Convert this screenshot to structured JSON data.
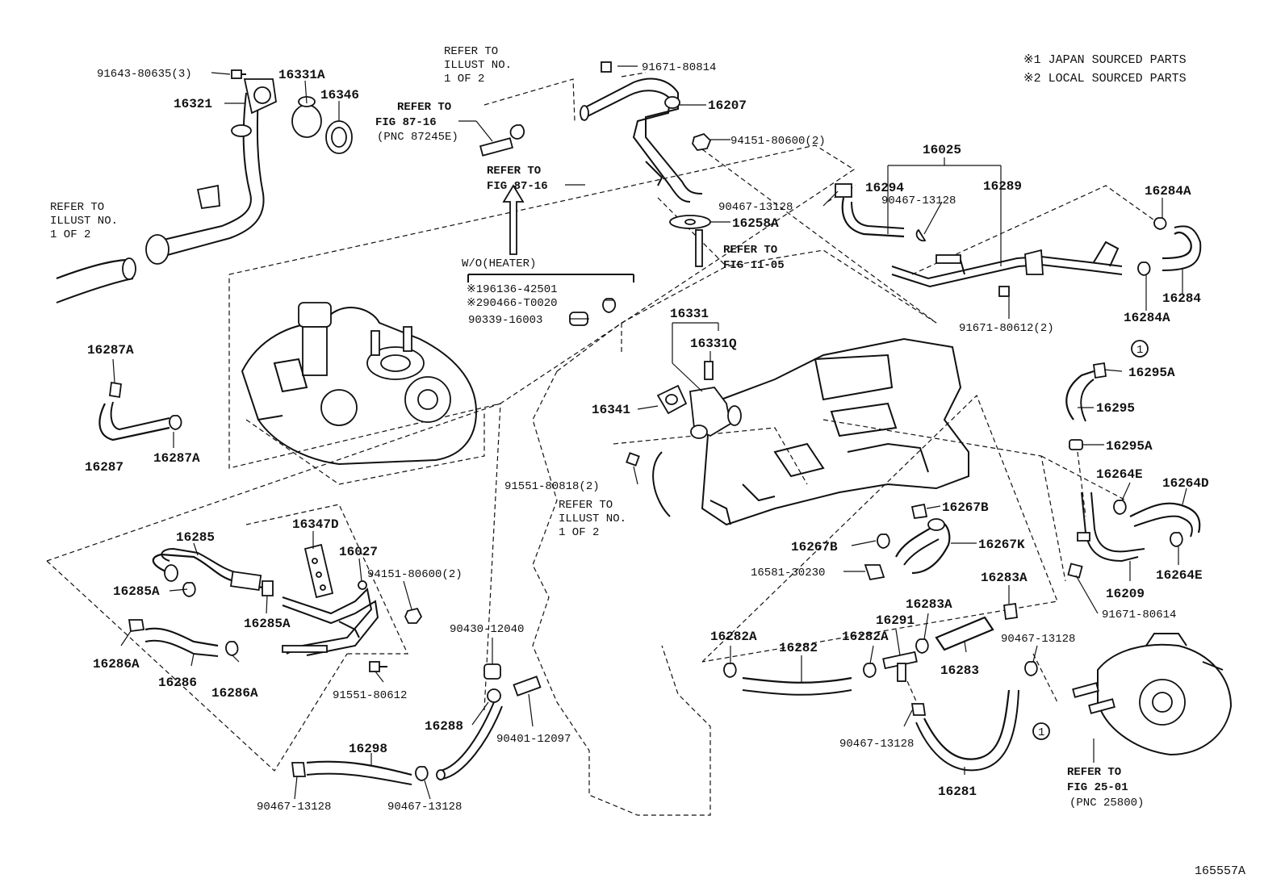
{
  "notes": {
    "japan": "※1 JAPAN SOURCED PARTS",
    "local": "※2 LOCAL SOURCED PARTS"
  },
  "figure_id": "165557A",
  "refs": {
    "illust_top": [
      "REFER TO",
      "ILLUST NO.",
      "1 OF 2"
    ],
    "fig87_upper": [
      "REFER TO",
      "FIG 87-16",
      "(PNC 87245E)"
    ],
    "fig87_lower": [
      "REFER TO",
      "FIG 87-16"
    ],
    "illust_left": [
      "REFER TO",
      "ILLUST NO.",
      "1 OF 2"
    ],
    "fig11": [
      "REFER TO",
      "FIG 11-05"
    ],
    "illust_mid": [
      "REFER TO",
      "ILLUST NO.",
      "1 OF 2"
    ],
    "fig25": [
      "REFER TO",
      "FIG 25-01",
      "(PNC 25800)"
    ]
  },
  "wo_heater": {
    "title": "W/O(HEATER)",
    "line1": "※196136-42501",
    "line2": "※290466-T0020"
  },
  "circle_marker": "1",
  "labels": {
    "p91643": "91643-80635(3)",
    "p16331A": "16331A",
    "p16346": "16346",
    "p16321": "16321",
    "p91671_80814": "91671-80814",
    "p16207": "16207",
    "p94151_top": "94151-80600(2)",
    "p16025": "16025",
    "p90467_a": "90467-13128",
    "p16294": "16294",
    "p90467_b": "90467-13128",
    "p16289": "16289",
    "p16284A_top": "16284A",
    "p16258A": "16258A",
    "p16284": "16284",
    "p16284A_bot": "16284A",
    "p91671_80612": "91671-80612(2)",
    "p90339": "90339-16003",
    "p16331": "16331",
    "p16331Q": "16331Q",
    "p16287A_top": "16287A",
    "p16341": "16341",
    "p16295A_top": "16295A",
    "p16295": "16295",
    "p16287": "16287",
    "p16287A_bot": "16287A",
    "p16295A_bot": "16295A",
    "p91551_80818": "91551-80818(2)",
    "p16264E_top": "16264E",
    "p16264D": "16264D",
    "p16267B_top": "16267B",
    "p16347D": "16347D",
    "p16285": "16285",
    "p16027": "16027",
    "p16267B_mid": "16267B",
    "p16267K": "16267K",
    "p94151_mid": "94151-80600(2)",
    "p16581": "16581-30230",
    "p16264E_bot": "16264E",
    "p16285A_left": "16285A",
    "p16283A_top": "16283A",
    "p16209": "16209",
    "p16285A_bot": "16285A",
    "p16283A_mid": "16283A",
    "p91671_80614": "91671-80614",
    "p16291": "16291",
    "p16282A_left": "16282A",
    "p16282": "16282",
    "p16282A_right": "16282A",
    "p90430": "90430-12040",
    "p90467_c": "90467-13128",
    "p16286A_left": "16286A",
    "p16283": "16283",
    "p16286": "16286",
    "p16286A_right": "16286A",
    "p91551_80612": "91551-80612",
    "p16288": "16288",
    "p90401": "90401-12097",
    "p90467_d": "90467-13128",
    "p16298": "16298",
    "p16281": "16281",
    "p90467_e": "90467-13128",
    "p90467_f": "90467-13128"
  }
}
